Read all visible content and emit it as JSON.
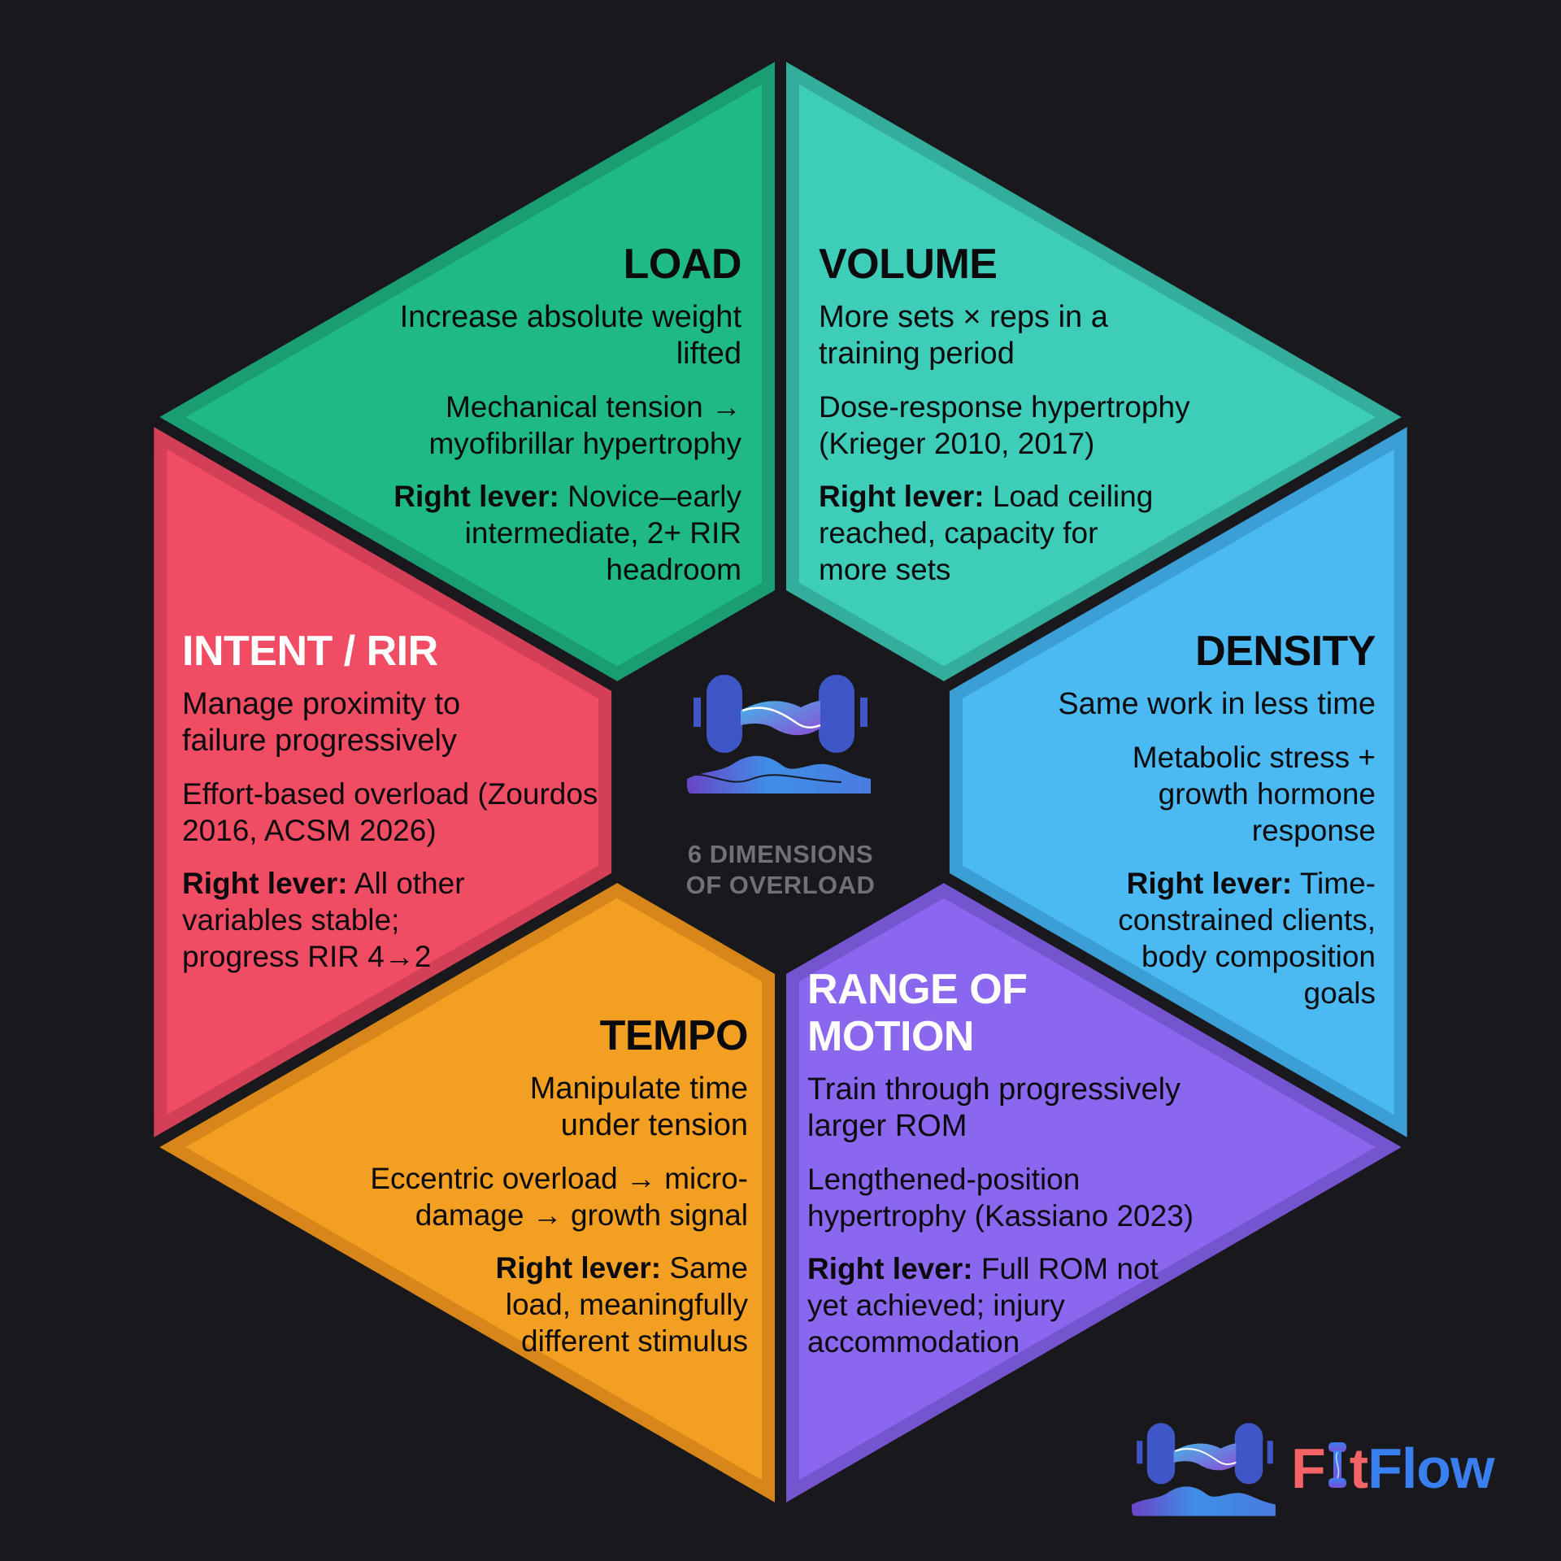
{
  "center": {
    "caption_line1": "6 DIMENSIONS",
    "caption_line2": "OF OVERLOAD",
    "icon": "dumbbell-wave-logo-icon"
  },
  "brand": {
    "name_part1_before_i": "F",
    "name_part1_after_i": "t",
    "name_part2": "Flow",
    "full_name": "FitFlow",
    "icon": "dumbbell-wave-logo-icon",
    "colors": {
      "fit": "#f46466",
      "flow": "#3a7ff0"
    }
  },
  "segments": [
    {
      "key": "load",
      "title": "LOAD",
      "summary": "Increase absolute weight lifted",
      "mechanism": "Mechanical tension → myofibrillar hypertrophy",
      "lever_label": "Right lever:",
      "lever_text": "Novice–early intermediate, 2+ RIR headroom",
      "color": "#1fb985",
      "border_color": "#1a9d72"
    },
    {
      "key": "volume",
      "title": "VOLUME",
      "summary": "More sets × reps in a training period",
      "mechanism": "Dose-response hypertrophy (Krieger 2010, 2017)",
      "lever_label": "Right lever:",
      "lever_text": "Load ceiling reached, capacity for more sets",
      "color": "#3dcdb8",
      "border_color": "#33ad9c"
    },
    {
      "key": "density",
      "title": "DENSITY",
      "summary": "Same work in less time",
      "mechanism": "Metabolic stress + growth hormone response",
      "lever_label": "Right lever:",
      "lever_text": "Time-constrained clients, body composition goals",
      "color": "#4bb9f2",
      "border_color": "#3b9ed4"
    },
    {
      "key": "range-of-motion",
      "title": "RANGE OF MOTION",
      "summary": "Train through progressively larger ROM",
      "mechanism": "Lengthened-position hypertrophy (Kassiano 2023)",
      "lever_label": "Right lever:",
      "lever_text": "Full ROM not yet achieved; injury accommodation",
      "color": "#8b66ee",
      "border_color": "#7554d0"
    },
    {
      "key": "tempo",
      "title": "TEMPO",
      "summary": "Manipulate time under tension",
      "mechanism": "Eccentric overload → micro-damage → growth signal",
      "lever_label": "Right lever:",
      "lever_text": "Same load, meaningfully different stimulus",
      "color": "#f29f22",
      "border_color": "#d7871a"
    },
    {
      "key": "intent-rir",
      "title": "INTENT / RIR",
      "summary": "Manage proximity to failure progressively",
      "mechanism": "Effort-based overload (Zourdos 2016, ACSM 2026)",
      "lever_label": "Right lever:",
      "lever_text": "All other variables stable; progress RIR 4→2",
      "color": "#f04d64",
      "border_color": "#d23f56"
    }
  ],
  "background_color": "#19181d"
}
